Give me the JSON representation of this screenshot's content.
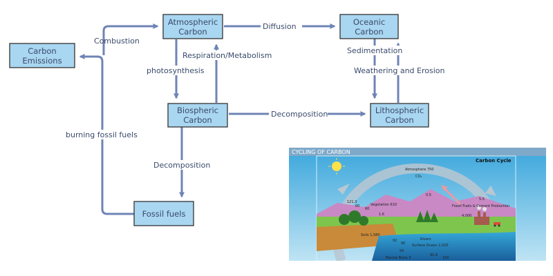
{
  "colors": {
    "node_fill": "#a9d6f0",
    "node_stroke": "#333333",
    "edge": "#6f84b6",
    "text": "#3a4a6a",
    "label_bg": "#ffffff"
  },
  "nodes": {
    "atmospheric": [
      "Atmospheric",
      "Carbon"
    ],
    "oceanic": [
      "Oceanic",
      "Carbon"
    ],
    "emissions": [
      "Carbon",
      "Emissions"
    ],
    "biospheric": [
      "Biospheric",
      "Carbon"
    ],
    "lithospheric": [
      "Lithospheric",
      "Carbon"
    ],
    "fossil": [
      "Fossil fuels"
    ]
  },
  "edges": {
    "combustion": "Combustion",
    "diffusion": "Diffusion",
    "photosynthesis": "photosynthesis",
    "respiration": "Respiration/Metabolism",
    "sedimentation": "Sedimentation",
    "weathering": "Weathering and Erosion",
    "decomposition_bio_litho": "Decomposition",
    "burning": "burning fossil fuels",
    "decomposition_bio_fossil": "Decomposition"
  },
  "photo": {
    "banner": "CYCLING OF CARBON",
    "title": "Carbon Cycle",
    "labels": {
      "atmosphere": "Atmosphere 750",
      "co2": "CO₂",
      "vegetation": "Vegetation 610",
      "fossil": "Fossil Fuels & Cement Production",
      "fossil_value": "4,000",
      "soils": "Soils 1,580",
      "rivers": "Rivers",
      "surface_ocean": "Surface Ocean 1,020",
      "marine_biota": "Marine Biota 3",
      "num_121": "121.3",
      "num_60a": "60",
      "num_60b": "60",
      "num_1_6": "1.6",
      "num_0_5": "0.5",
      "num_5_5": "5.5",
      "num_92": "92",
      "num_90": "90",
      "num_50": "50",
      "num_91_6": "91.6",
      "num_100": "100"
    }
  }
}
